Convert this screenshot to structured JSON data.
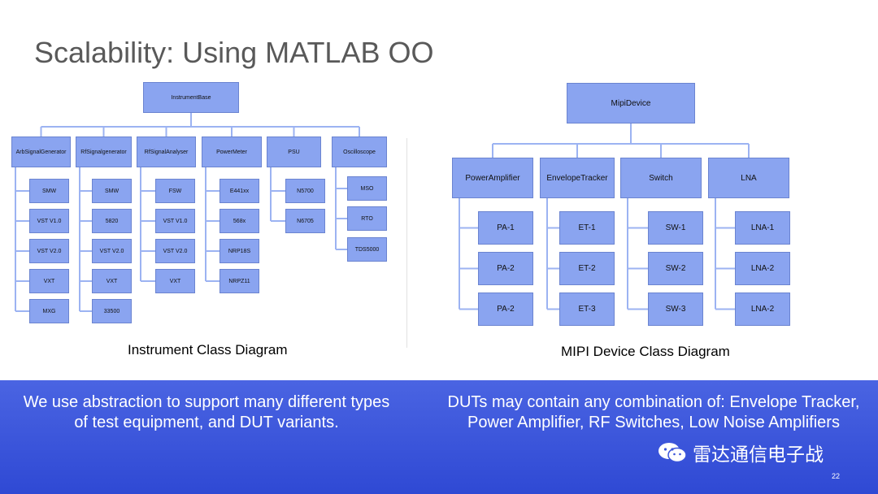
{
  "slide": {
    "title": "Scalability: Using MATLAB OO",
    "page_number": "22"
  },
  "left_diagram": {
    "root": "InstrumentBase",
    "caption": "Instrument Class Diagram",
    "classes": [
      {
        "name": "ArbSignalGenerator",
        "children": [
          "SMW",
          "VST V1.0",
          "VST V2.0",
          "VXT",
          "MXG"
        ]
      },
      {
        "name": "RfSignalgenerator",
        "children": [
          "SMW",
          "5820",
          "VST V2.0",
          "VXT",
          "33500"
        ]
      },
      {
        "name": "RfSignalAnalyser",
        "children": [
          "FSW",
          "VST V1.0",
          "VST V2.0",
          "VXT"
        ]
      },
      {
        "name": "PowerMeter",
        "children": [
          "E441xx",
          "568x",
          "NRP18S",
          "NRPZ11"
        ]
      },
      {
        "name": "PSU",
        "children": [
          "N5700",
          "N6705"
        ]
      },
      {
        "name": "Oscilloscope",
        "children": [
          "MSO",
          "RTO",
          "TDS5000"
        ]
      }
    ]
  },
  "right_diagram": {
    "root": "MipiDevice",
    "caption": "MIPI Device Class Diagram",
    "classes": [
      {
        "name": "PowerAmplifier",
        "children": [
          "PA-1",
          "PA-2",
          "PA-2"
        ]
      },
      {
        "name": "EnvelopeTracker",
        "children": [
          "ET-1",
          "ET-2",
          "ET-3"
        ]
      },
      {
        "name": "Switch",
        "children": [
          "SW-1",
          "SW-2",
          "SW-3"
        ]
      },
      {
        "name": "LNA",
        "children": [
          "LNA-1",
          "LNA-2",
          "LNA-2"
        ]
      }
    ]
  },
  "footer": {
    "left_text": "We use abstraction to support many different types of test equipment, and DUT variants.",
    "right_text": "DUTs may contain any combination of: Envelope Tracker, Power Amplifier, RF Switches, Low Noise Amplifiers",
    "watermark": "雷达通信电子战",
    "watermark_icon": "wechat-icon"
  },
  "colors": {
    "box_fill": "#8aa4f0",
    "connector": "#9cb3f2",
    "footer_band": "#3b55da"
  }
}
